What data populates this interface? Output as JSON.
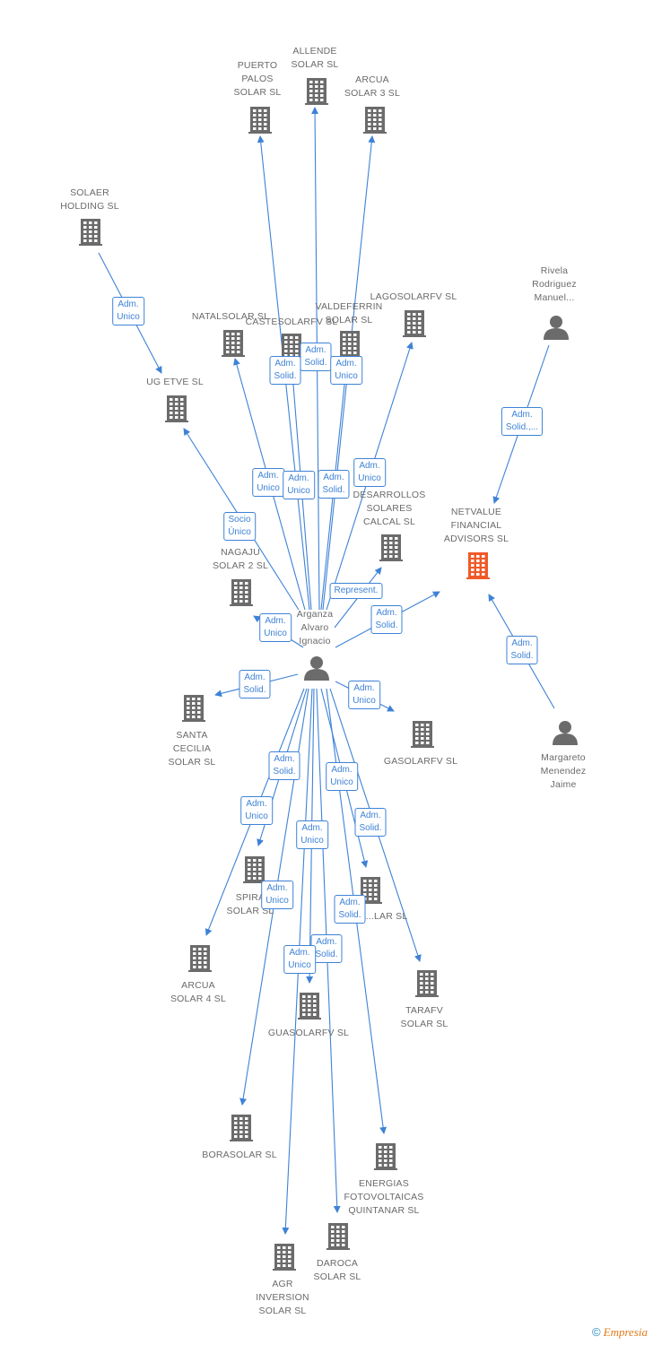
{
  "colors": {
    "edge": "#3e82d6",
    "node": "#6b6b6b",
    "focus": "#f05a28",
    "label": "#6a6a6a"
  },
  "icons": {
    "company": "building-icon",
    "person": "person-icon"
  },
  "nodes": [
    {
      "id": "puerto",
      "type": "company",
      "label": "PUERTO\nPALOS\nSOLAR SL"
    },
    {
      "id": "allende",
      "type": "company",
      "label": "ALLENDE\nSOLAR SL"
    },
    {
      "id": "arcua3",
      "type": "company",
      "label": "ARCUA\nSOLAR 3 SL"
    },
    {
      "id": "solaer",
      "type": "company",
      "label": "SOLAER\nHOLDING SL"
    },
    {
      "id": "rivela",
      "type": "person",
      "label": "Rivela\nRodriguez\nManuel..."
    },
    {
      "id": "natal",
      "type": "company",
      "label": "NATALSOLAR SL"
    },
    {
      "id": "castes",
      "type": "company",
      "label": "CASTESOLARFV SL"
    },
    {
      "id": "valde",
      "type": "company",
      "label": "VALDEFERRIN\nSOLAR SL"
    },
    {
      "id": "lago",
      "type": "company",
      "label": "LAGOSOLARFV SL"
    },
    {
      "id": "ug",
      "type": "company",
      "label": "UG ETVE SL"
    },
    {
      "id": "desarr",
      "type": "company",
      "label": "DESARROLLOS\nSOLARES\nCALCAL SL"
    },
    {
      "id": "netvalue",
      "type": "focus",
      "label": "NETVALUE\nFINANCIAL\nADVISORS SL"
    },
    {
      "id": "nagaju",
      "type": "company",
      "label": "NAGAJU\nSOLAR 2 SL"
    },
    {
      "id": "arganza",
      "type": "person",
      "label": "Arganza\nAlvaro\nIgnacio"
    },
    {
      "id": "santa",
      "type": "company",
      "label": "SANTA\nCECILIA\nSOLAR SL"
    },
    {
      "id": "gasolar",
      "type": "company",
      "label": "GASOLARFV SL"
    },
    {
      "id": "margareto",
      "type": "person",
      "label": "Margareto\nMenendez\nJaime"
    },
    {
      "id": "spira",
      "type": "company",
      "label": "SPIRA\nSOLAR SL"
    },
    {
      "id": "xlar",
      "type": "company",
      "label": "...LAR SL"
    },
    {
      "id": "arcua4",
      "type": "company",
      "label": "ARCUA\nSOLAR 4 SL"
    },
    {
      "id": "tarafv",
      "type": "company",
      "label": "TARAFV\nSOLAR SL"
    },
    {
      "id": "guasolar",
      "type": "company",
      "label": "GUASOLARFV SL"
    },
    {
      "id": "borasolar",
      "type": "company",
      "label": "BORASOLAR SL"
    },
    {
      "id": "energias",
      "type": "company",
      "label": "ENERGIAS\nFOTOVOLTAICAS\nQUINTANAR SL"
    },
    {
      "id": "daroca",
      "type": "company",
      "label": "DAROCA\nSOLAR SL"
    },
    {
      "id": "agr",
      "type": "company",
      "label": "AGR\nINVERSION\nSOLAR SL"
    }
  ],
  "edges": [
    {
      "from": "arganza",
      "to": "puerto",
      "label": "Adm.\nSolid."
    },
    {
      "from": "arganza",
      "to": "allende",
      "label": "Adm.\nSolid."
    },
    {
      "from": "arganza",
      "to": "arcua3",
      "label": "Adm.\nUnico"
    },
    {
      "from": "solaer",
      "to": "ug",
      "label": "Adm.\nUnico"
    },
    {
      "from": "arganza",
      "to": "natal",
      "label": "Adm.\nUnico"
    },
    {
      "from": "arganza",
      "to": "castes",
      "label": "Adm.\nUnico"
    },
    {
      "from": "arganza",
      "to": "valde",
      "label": "Adm.\nSolid."
    },
    {
      "from": "arganza",
      "to": "lago",
      "label": "Adm.\nUnico"
    },
    {
      "from": "arganza",
      "to": "ug",
      "label": "Socio\nÚnico"
    },
    {
      "from": "arganza",
      "to": "desarr",
      "label": "Represent."
    },
    {
      "from": "arganza",
      "to": "netvalue",
      "label": "Adm.\nSolid."
    },
    {
      "from": "rivela",
      "to": "netvalue",
      "label": "Adm.\nSolid.,..."
    },
    {
      "from": "margareto",
      "to": "netvalue",
      "label": "Adm.\nSolid."
    },
    {
      "from": "arganza",
      "to": "nagaju",
      "label": "Adm.\nUnico"
    },
    {
      "from": "arganza",
      "to": "santa",
      "label": "Adm.\nSolid."
    },
    {
      "from": "arganza",
      "to": "gasolar",
      "label": "Adm.\nUnico"
    },
    {
      "from": "arganza",
      "to": "spira",
      "label": "Adm.\nSolid."
    },
    {
      "from": "arganza",
      "to": "arcua4",
      "label": "Adm.\nUnico"
    },
    {
      "from": "arganza",
      "to": "xlar",
      "label": "Adm.\nUnico"
    },
    {
      "from": "arganza",
      "to": "tarafv",
      "label": "Adm.\nSolid."
    },
    {
      "from": "arganza",
      "to": "guasolar",
      "label": "Adm.\nUnico"
    },
    {
      "from": "arganza",
      "to": "borasolar",
      "label": "Adm.\nUnico"
    },
    {
      "from": "arganza",
      "to": "energias",
      "label": "Adm.\nSolid."
    },
    {
      "from": "arganza",
      "to": "daroca",
      "label": "Adm.\nSolid."
    },
    {
      "from": "arganza",
      "to": "agr",
      "label": "Adm.\nUnico"
    }
  ],
  "footer": {
    "copyright": "©",
    "brand": "Empresia"
  }
}
